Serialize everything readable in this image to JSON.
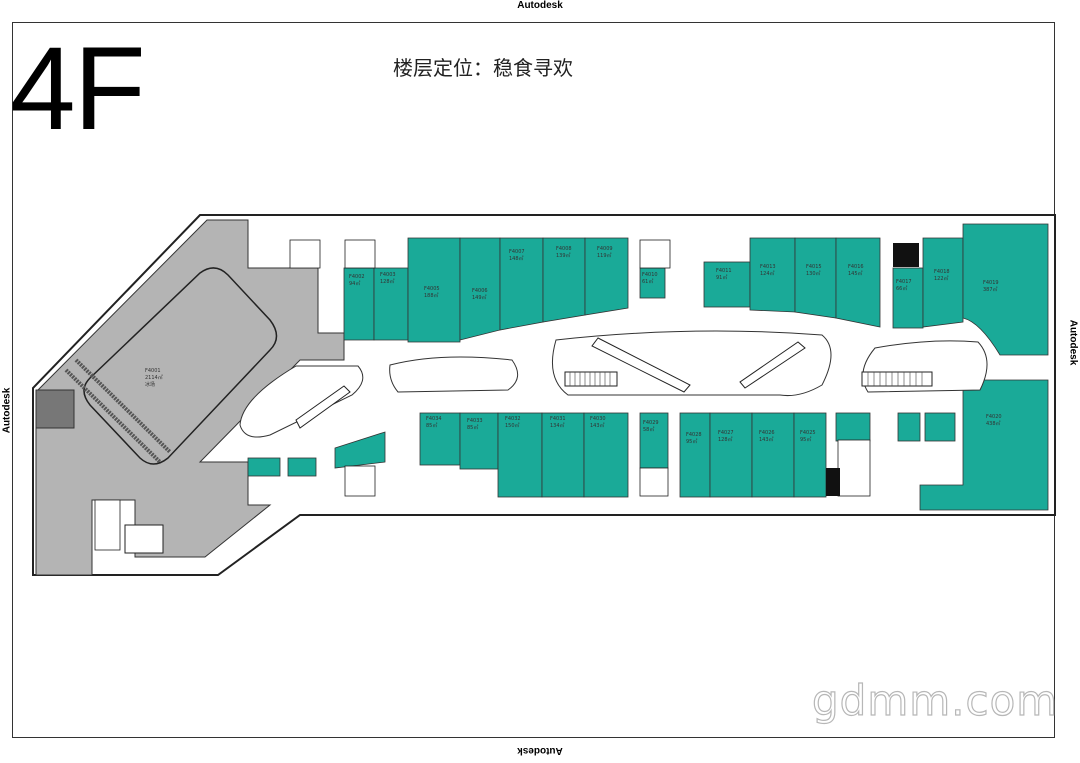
{
  "watermark": {
    "top": "Autodesk",
    "bottom": "Autodesk",
    "left": "Autodesk",
    "right": "Autodesk"
  },
  "floor_label": "4F",
  "title": "楼层定位：稳食寻欢",
  "site_mark": "gdmm.com",
  "colors": {
    "shop": "#1aaa98",
    "anchor": "#b4b4b4",
    "corridor": "#ffffff",
    "wall": "#222222"
  },
  "units": [
    {
      "id": "F4001",
      "area": "2114㎡",
      "note": "冰场"
    },
    {
      "id": "F4002",
      "area": "94㎡"
    },
    {
      "id": "F4003",
      "area": "128㎡"
    },
    {
      "id": "F4005",
      "area": "188㎡"
    },
    {
      "id": "F4006",
      "area": "149㎡"
    },
    {
      "id": "F4007",
      "area": "148㎡"
    },
    {
      "id": "F4008",
      "area": "139㎡"
    },
    {
      "id": "F4009",
      "area": "119㎡"
    },
    {
      "id": "F4010",
      "area": "61㎡"
    },
    {
      "id": "F4011",
      "area": "91㎡"
    },
    {
      "id": "F4013",
      "area": "124㎡"
    },
    {
      "id": "F4015",
      "area": "130㎡"
    },
    {
      "id": "F4016",
      "area": "145㎡"
    },
    {
      "id": "F4017",
      "area": "66㎡"
    },
    {
      "id": "F4018",
      "area": "122㎡"
    },
    {
      "id": "F4019",
      "area": "387㎡"
    },
    {
      "id": "F4020",
      "area": "438㎡"
    },
    {
      "id": "F4025",
      "area": "95㎡"
    },
    {
      "id": "F4026",
      "area": "143㎡"
    },
    {
      "id": "F4027",
      "area": "128㎡"
    },
    {
      "id": "F4028",
      "area": "95㎡"
    },
    {
      "id": "F4029",
      "area": "58㎡"
    },
    {
      "id": "F4030",
      "area": "143㎡"
    },
    {
      "id": "F4031",
      "area": "134㎡"
    },
    {
      "id": "F4032",
      "area": "150㎡"
    },
    {
      "id": "F4033",
      "area": "85㎡"
    },
    {
      "id": "F4034",
      "area": "85㎡"
    }
  ]
}
